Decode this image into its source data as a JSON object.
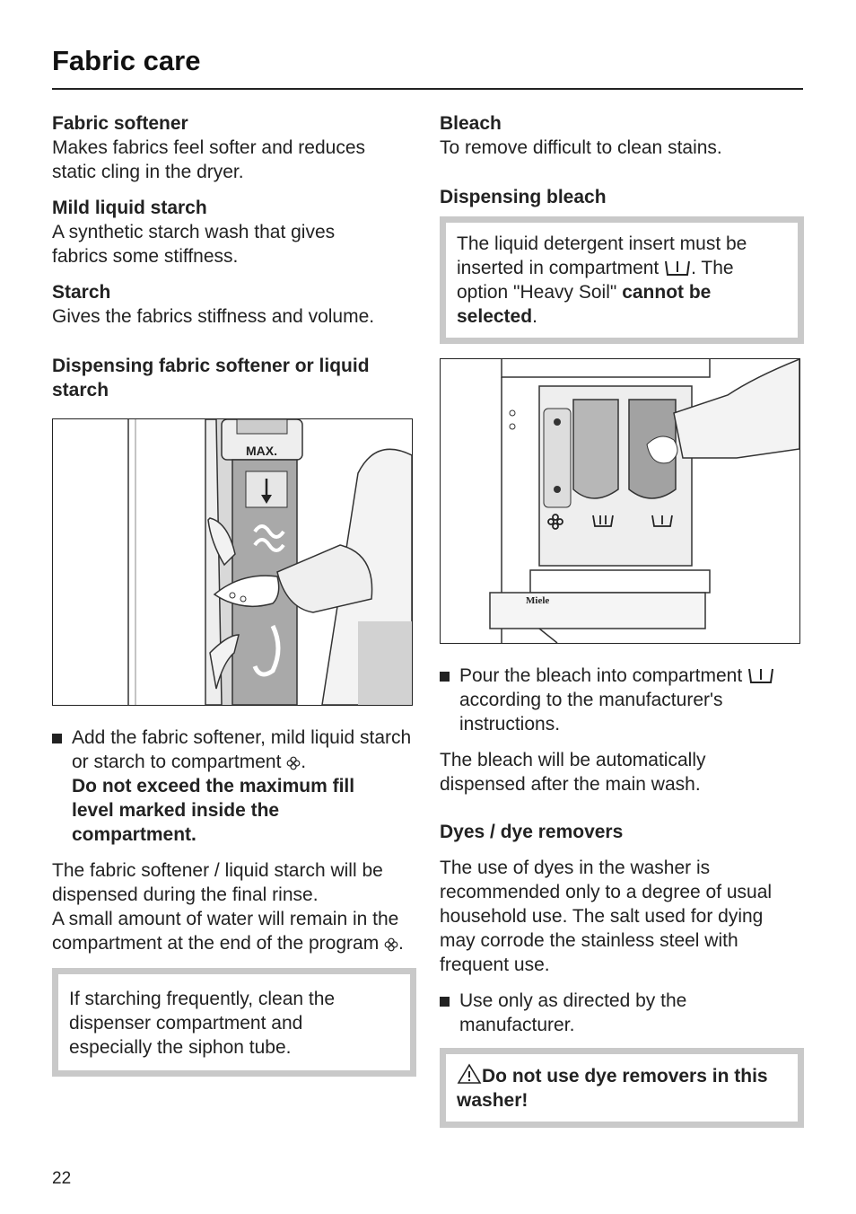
{
  "page": {
    "title": "Fabric care",
    "page_number": "22"
  },
  "left": {
    "softener_heading": "Fabric softener",
    "softener_text": "Makes fabrics feel softer and reduces static cling in the dryer.",
    "mild_starch_heading": "Mild liquid starch",
    "mild_starch_text": "A synthetic starch wash that gives fabrics some stiffness.",
    "starch_heading": "Starch",
    "starch_text": "Gives the fabrics stiffness and volume.",
    "dispensing_heading": "Dispensing fabric softener or liquid starch",
    "illustration_label": "MAX.",
    "bullet_text": "Add the fabric softener, mild liquid starch or starch to compartment",
    "bullet_bold": "Do not exceed the maximum fill level marked inside the compartment.",
    "para1": "The fabric softener / liquid starch will be dispensed during the final rinse.",
    "para2": "A small amount of water will remain in the compartment at the end of the program",
    "note": "If starching frequently, clean the dispenser compartment and especially the siphon tube."
  },
  "right": {
    "bleach_heading": "Bleach",
    "bleach_text": "To remove difficult to clean stains.",
    "dispensing_heading": "Dispensing bleach",
    "note_part1": "The liquid detergent insert must be inserted in compartment",
    "note_part2": ". The option \"Heavy Soil\"",
    "note_bold": "cannot be selected",
    "note_end": ".",
    "drawer_brand": "Miele",
    "bullet_text_a": "Pour the bleach into compartment",
    "bullet_text_b": "according to the manufacturer's instructions.",
    "auto_text": "The bleach will be automatically dispensed after the main wash.",
    "dyes_heading": "Dyes / dye removers",
    "dyes_text": "The use of dyes in the washer is recommended only to a degree of usual household use. The salt used for dying may corrode the stainless steel with frequent use.",
    "dyes_bullet": "Use only as directed by the manufacturer.",
    "warning": "Do not use dye removers in this washer!"
  },
  "icons": {
    "softener_symbol": "flower-icon",
    "main_wash_symbol": "main-wash-icon",
    "warning_symbol": "warning-triangle-icon"
  },
  "colors": {
    "note_border": "#c9c9c9",
    "text": "#222222"
  }
}
